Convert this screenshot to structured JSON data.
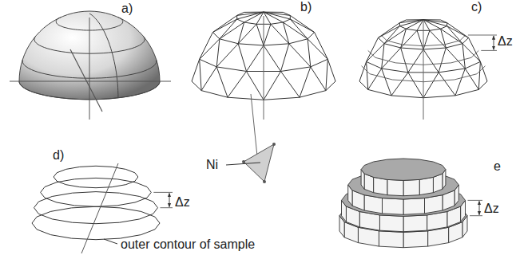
{
  "diagram": {
    "labels": [
      "a)",
      "b)",
      "c)",
      "Δz",
      "Ni",
      "d)",
      "Δz",
      "outer contour of sample",
      "e",
      "Δz"
    ]
  }
}
